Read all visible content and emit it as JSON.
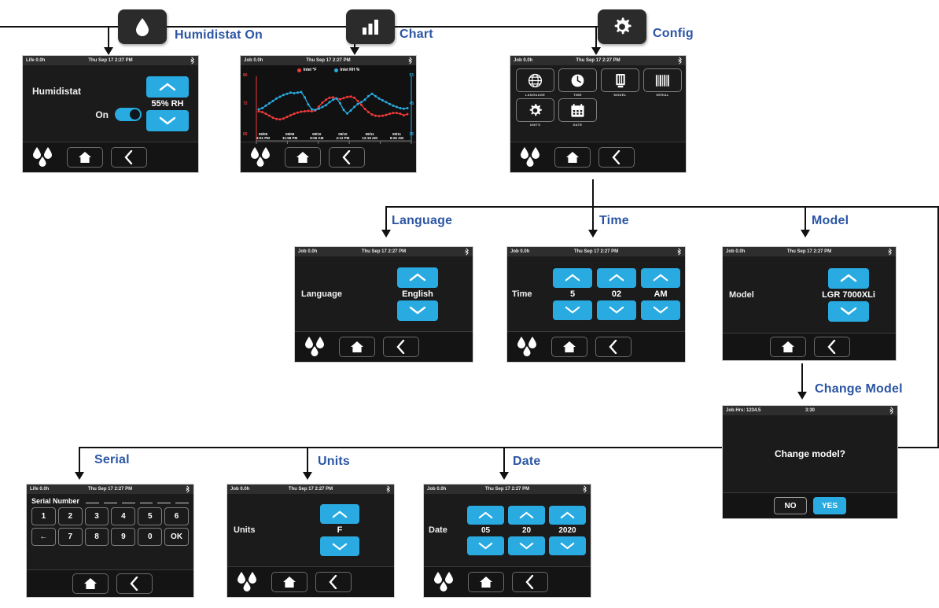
{
  "flow": {
    "labels": {
      "humidistat_on": "Humidistat On",
      "chart": "Chart",
      "config": "Config",
      "language": "Language",
      "time": "Time",
      "model": "Model",
      "change_model": "Change Model",
      "serial": "Serial",
      "units": "Units",
      "date": "Date"
    },
    "icons": {
      "humidistat": "droplet-icon",
      "chart": "bar-chart-icon",
      "config": "gear-icon"
    },
    "accent_color": "#2a55a3",
    "line_color": "#111111"
  },
  "screens": {
    "humidistat": {
      "status": {
        "left": "Life 0.0h",
        "center": "Thu Sep 17  2:27 PM",
        "right": "bluetooth-icon"
      },
      "title": "Humidistat",
      "toggle_label": "On",
      "toggle_state": "on",
      "value": "55% RH",
      "up": "chevron-up-icon",
      "down": "chevron-down-icon",
      "nav": [
        "droplets-icon",
        "home-icon",
        "back-icon"
      ]
    },
    "chart": {
      "status": {
        "left": "Job 0.0h",
        "center": "Thu Sep 17  2:27 PM",
        "right": "bluetooth-icon"
      },
      "nav": [
        "droplets-icon",
        "home-icon",
        "back-icon"
      ]
    },
    "config": {
      "status": {
        "left": "Job 0.0h",
        "center": "Thu Sep 17  2:27 PM",
        "right": "bluetooth-icon"
      },
      "tiles": [
        {
          "caption": "LANGUAGE",
          "icon": "globe-icon"
        },
        {
          "caption": "TIME",
          "icon": "clock-icon"
        },
        {
          "caption": "MODEL",
          "icon": "device-icon"
        },
        {
          "caption": "SERIAL",
          "icon": "barcode-icon"
        },
        {
          "caption": "UNITS",
          "icon": "gear-icon"
        },
        {
          "caption": "DATE",
          "icon": "calendar-icon"
        }
      ],
      "nav": [
        "droplets-icon",
        "home-icon",
        "back-icon"
      ]
    },
    "language": {
      "status": {
        "left": "Job 0.0h",
        "center": "Thu Sep 17  2:27 PM",
        "right": "bluetooth-icon"
      },
      "label": "Language",
      "value": "English",
      "nav": [
        "droplets-icon",
        "home-icon",
        "back-icon"
      ]
    },
    "time": {
      "status": {
        "left": "Job 0.0h",
        "center": "Thu Sep 17  2:27 PM",
        "right": "bluetooth-icon"
      },
      "label": "Time",
      "fields": [
        "5",
        "02",
        "AM"
      ],
      "nav": [
        "droplets-icon",
        "home-icon",
        "back-icon"
      ]
    },
    "model": {
      "status": {
        "left": "Job 0.0h",
        "center": "Thu Sep 17  2:27 PM",
        "right": "bluetooth-icon"
      },
      "label": "Model",
      "value": "LGR 7000XLi",
      "nav": [
        "home-icon",
        "back-icon"
      ]
    },
    "change_model": {
      "status": {
        "left": "Job Hrs: 1234.5",
        "center": "3:30",
        "right": "bluetooth-icon"
      },
      "message": "Change model?",
      "no": "NO",
      "yes": "YES"
    },
    "serial": {
      "status": {
        "left": "Life 0.0h",
        "center": "Thu Sep 17  2:27 PM",
        "right": "bluetooth-icon"
      },
      "title": "Serial Number",
      "blank_count": 6,
      "keys_row1": [
        "1",
        "2",
        "3",
        "4",
        "5",
        "6"
      ],
      "keys_row2": [
        "←",
        "7",
        "8",
        "9",
        "0",
        "OK"
      ],
      "nav": [
        "home-icon",
        "back-icon"
      ]
    },
    "units": {
      "status": {
        "left": "Job 0.0h",
        "center": "Thu Sep 17  2:27 PM",
        "right": "bluetooth-icon"
      },
      "label": "Units",
      "value": "F",
      "nav": [
        "droplets-icon",
        "home-icon",
        "back-icon"
      ]
    },
    "date": {
      "status": {
        "left": "Job 0.0h",
        "center": "Thu Sep 17  2:27 PM",
        "right": "bluetooth-icon"
      },
      "label": "Date",
      "fields": [
        "05",
        "20",
        "2020"
      ],
      "nav": [
        "droplets-icon",
        "home-icon",
        "back-icon"
      ]
    }
  },
  "chart_data": {
    "type": "line",
    "title": "",
    "xlabel": "",
    "ylabel": "",
    "grid": false,
    "legend_position": "top-center",
    "series": [
      {
        "name": "Inlet °F",
        "color": "#ef3a3a",
        "axis": "left",
        "values": [
          72.0,
          71.8,
          71.4,
          70.9,
          70.4,
          70.1,
          70.0,
          70.2,
          70.6,
          71.0,
          71.4,
          71.7,
          71.9,
          72.0,
          72.1,
          72.0,
          72.2,
          73.2,
          74.2,
          74.9,
          75.4,
          75.5,
          75.2,
          75.0,
          75.3,
          75.6,
          75.7,
          75.4,
          74.6,
          73.6,
          72.6,
          71.8,
          71.2,
          70.9,
          70.8,
          70.9,
          71.1,
          71.4,
          71.6,
          71.6,
          71.4,
          71.0,
          71.3
        ]
      },
      {
        "name": "Inlet RH %",
        "color": "#29ABE2",
        "axis": "right",
        "values": [
          45.0,
          45.4,
          46.2,
          47.0,
          47.8,
          48.6,
          49.2,
          49.8,
          50.2,
          50.6,
          50.4,
          50.6,
          50.8,
          49.0,
          46.6,
          45.0,
          44.8,
          45.2,
          45.8,
          46.4,
          47.4,
          48.2,
          48.6,
          47.0,
          44.8,
          43.6,
          44.6,
          45.8,
          46.8,
          47.4,
          48.2,
          49.4,
          50.2,
          49.4,
          48.6,
          48.0,
          47.4,
          46.8,
          46.2,
          45.8,
          45.4,
          45.2,
          45.4
        ]
      }
    ],
    "y_left_ticks": [
      "80",
      "72",
      "65"
    ],
    "y_left_lim": [
      65,
      80
    ],
    "y_left_color": "#ef3a3a",
    "y_right_ticks": [
      "55",
      "45",
      "35"
    ],
    "y_right_lim": [
      35,
      55
    ],
    "y_right_color": "#29ABE2",
    "x_ticks": [
      {
        "date": "09/09",
        "time": "3:51 PM"
      },
      {
        "date": "09/09",
        "time": "11:58 PM"
      },
      {
        "date": "09/10",
        "time": "8:05 AM"
      },
      {
        "date": "09/10",
        "time": "4:12 PM"
      },
      {
        "date": "09/11",
        "time": "12:19 AM"
      },
      {
        "date": "09/11",
        "time": "8:26 AM"
      }
    ]
  }
}
